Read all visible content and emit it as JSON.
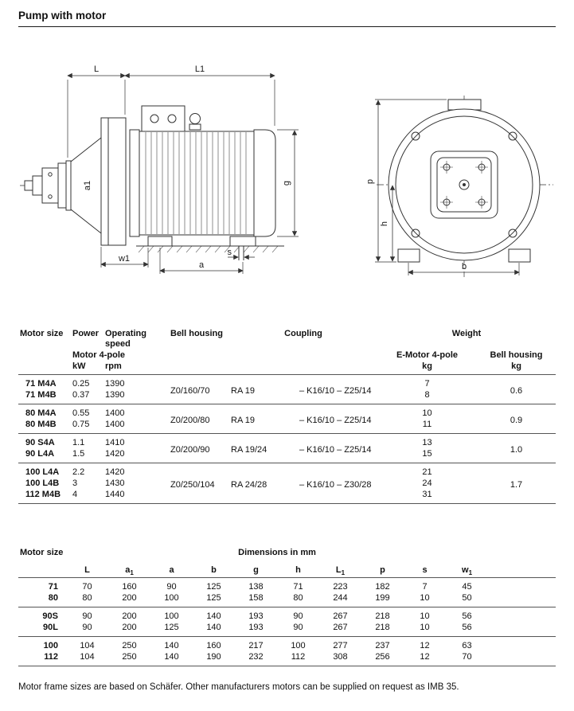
{
  "page": {
    "title": "Pump with motor",
    "footer": "Motor frame sizes are based on Schäfer. Other manufacturers motors can be supplied on request as IMB 35."
  },
  "drawing": {
    "labels": {
      "L": "L",
      "L1": "L1",
      "a1": "a1",
      "g": "g",
      "s": "s",
      "w1": "w1",
      "a": "a",
      "p": "p",
      "h": "h",
      "b": "b"
    }
  },
  "motor_table": {
    "headers": {
      "motor_size": "Motor size",
      "power": "Power",
      "speed": "Operating speed",
      "bell_housing": "Bell housing",
      "coupling": "Coupling",
      "weight": "Weight",
      "motor_4pole": "Motor 4-pole",
      "unit_kw": "kW",
      "unit_rpm": "rpm",
      "emotor_4pole": "E-Motor 4-pole",
      "bell_housing_2": "Bell housing",
      "unit_kg_emotor": "kg",
      "unit_kg_bell": "kg"
    },
    "groups": [
      {
        "bell": "Z0/160/70",
        "coupling_a": "RA 19",
        "coupling_b": "– K16/10 – Z25/14",
        "bell_kg": "0.6",
        "rows": [
          {
            "size": "71 M4A",
            "kw": "0.25",
            "rpm": "1390",
            "weight": "7"
          },
          {
            "size": "71 M4B",
            "kw": "0.37",
            "rpm": "1390",
            "weight": "8"
          }
        ]
      },
      {
        "bell": "Z0/200/80",
        "coupling_a": "RA 19",
        "coupling_b": "– K16/10 – Z25/14",
        "bell_kg": "0.9",
        "rows": [
          {
            "size": "80 M4A",
            "kw": "0.55",
            "rpm": "1400",
            "weight": "10"
          },
          {
            "size": "80 M4B",
            "kw": "0.75",
            "rpm": "1400",
            "weight": "11"
          }
        ]
      },
      {
        "bell": "Z0/200/90",
        "coupling_a": "RA 19/24",
        "coupling_b": "– K16/10 – Z25/14",
        "bell_kg": "1.0",
        "rows": [
          {
            "size": "90 S4A",
            "kw": "1.1",
            "rpm": "1410",
            "weight": "13"
          },
          {
            "size": "90 L4A",
            "kw": "1.5",
            "rpm": "1420",
            "weight": "15"
          }
        ]
      },
      {
        "bell": "Z0/250/104",
        "coupling_a": "RA 24/28",
        "coupling_b": "– K16/10 – Z30/28",
        "bell_kg": "1.7",
        "rows": [
          {
            "size": "100 L4A",
            "kw": "2.2",
            "rpm": "1420",
            "weight": "21"
          },
          {
            "size": "100 L4B",
            "kw": "3",
            "rpm": "1430",
            "weight": "24"
          },
          {
            "size": "112 M4B",
            "kw": "4",
            "rpm": "1440",
            "weight": "31"
          }
        ]
      }
    ]
  },
  "dim_table": {
    "title": "Motor size",
    "caption": "Dimensions in mm",
    "headers": [
      {
        "t": "L"
      },
      {
        "t": "a",
        "s": "1"
      },
      {
        "t": "a"
      },
      {
        "t": "b"
      },
      {
        "t": "g"
      },
      {
        "t": "h"
      },
      {
        "t": "L",
        "s": "1"
      },
      {
        "t": "p"
      },
      {
        "t": "s"
      },
      {
        "t": "w",
        "s": "1"
      }
    ],
    "groups": [
      {
        "rows": [
          {
            "size": "71",
            "vals": [
              "70",
              "160",
              "90",
              "125",
              "138",
              "71",
              "223",
              "182",
              "7",
              "45"
            ]
          },
          {
            "size": "80",
            "vals": [
              "80",
              "200",
              "100",
              "125",
              "158",
              "80",
              "244",
              "199",
              "10",
              "50"
            ]
          }
        ]
      },
      {
        "rows": [
          {
            "size": "90S",
            "vals": [
              "90",
              "200",
              "100",
              "140",
              "193",
              "90",
              "267",
              "218",
              "10",
              "56"
            ]
          },
          {
            "size": "90L",
            "vals": [
              "90",
              "200",
              "125",
              "140",
              "193",
              "90",
              "267",
              "218",
              "10",
              "56"
            ]
          }
        ]
      },
      {
        "rows": [
          {
            "size": "100",
            "vals": [
              "104",
              "250",
              "140",
              "160",
              "217",
              "100",
              "277",
              "237",
              "12",
              "63"
            ]
          },
          {
            "size": "112",
            "vals": [
              "104",
              "250",
              "140",
              "190",
              "232",
              "112",
              "308",
              "256",
              "12",
              "70"
            ]
          }
        ]
      }
    ]
  }
}
